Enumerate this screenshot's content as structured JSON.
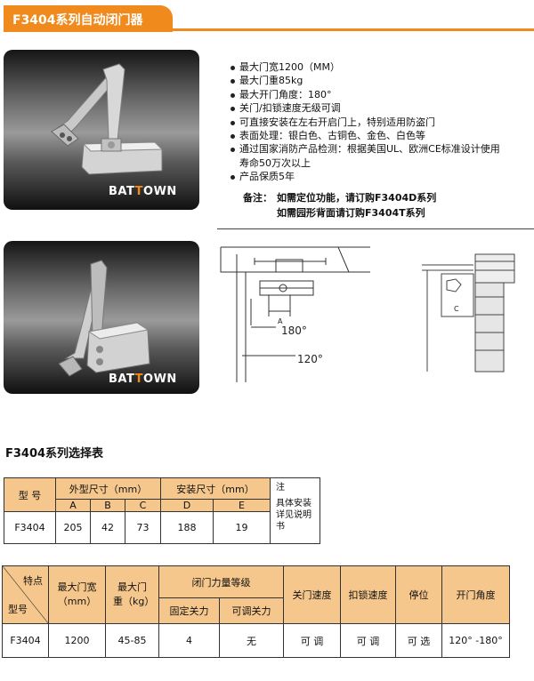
{
  "header": {
    "title": "F3404系列自动闭门器",
    "accent_color": "#f08a1c"
  },
  "brand": {
    "prefix": "BAT",
    "highlight": "T",
    "suffix": "OWN"
  },
  "specs": [
    "最大门宽1200（MM）",
    "最大门重85kg",
    "最大开门角度：180°",
    "关门/扣锁速度无级可调",
    "可直接安装在左右开启门上，特别适用防盗门",
    "表面处理：银白色、古铜色、金色、白色等",
    "通过国家消防产品检测：根据美国UL、欧洲CE标准设计使用",
    "寿命50万次以上",
    "产品保质5年"
  ],
  "note": {
    "label": "备注：",
    "line1": "如需定位功能，请订购F3404D系列",
    "line2": "如需园形背面请订购F3404T系列"
  },
  "drawing": {
    "angle_inner": "180°",
    "angle_outer": "120°",
    "label_a": "A",
    "label_c": "C"
  },
  "selection": {
    "title": "F3404系列选择表",
    "table1": {
      "col_model": "型  号",
      "group_outer": "外型尺寸（mm）",
      "group_install": "安装尺寸（mm）",
      "col_note": "注",
      "sub": [
        "A",
        "B",
        "C",
        "D",
        "E"
      ],
      "row": [
        "F3404",
        "205",
        "42",
        "73",
        "188",
        "19"
      ],
      "note_text": "具体安装详见说明书"
    },
    "table2": {
      "corner_top": "特点",
      "corner_bottom": "型号",
      "col_width": "最大门宽（mm）",
      "col_weight": "最大门重（kg）",
      "group_force": "闭门力量等级",
      "sub_fixed": "固定关力",
      "sub_adjust": "可调关力",
      "col_close": "关门速度",
      "col_latch": "扣锁速度",
      "col_stop": "停位",
      "col_angle": "开门角度",
      "row": [
        "F3404",
        "1200",
        "45-85",
        "4",
        "无",
        "可  调",
        "可  调",
        "可  选",
        "120° -180°"
      ]
    }
  }
}
